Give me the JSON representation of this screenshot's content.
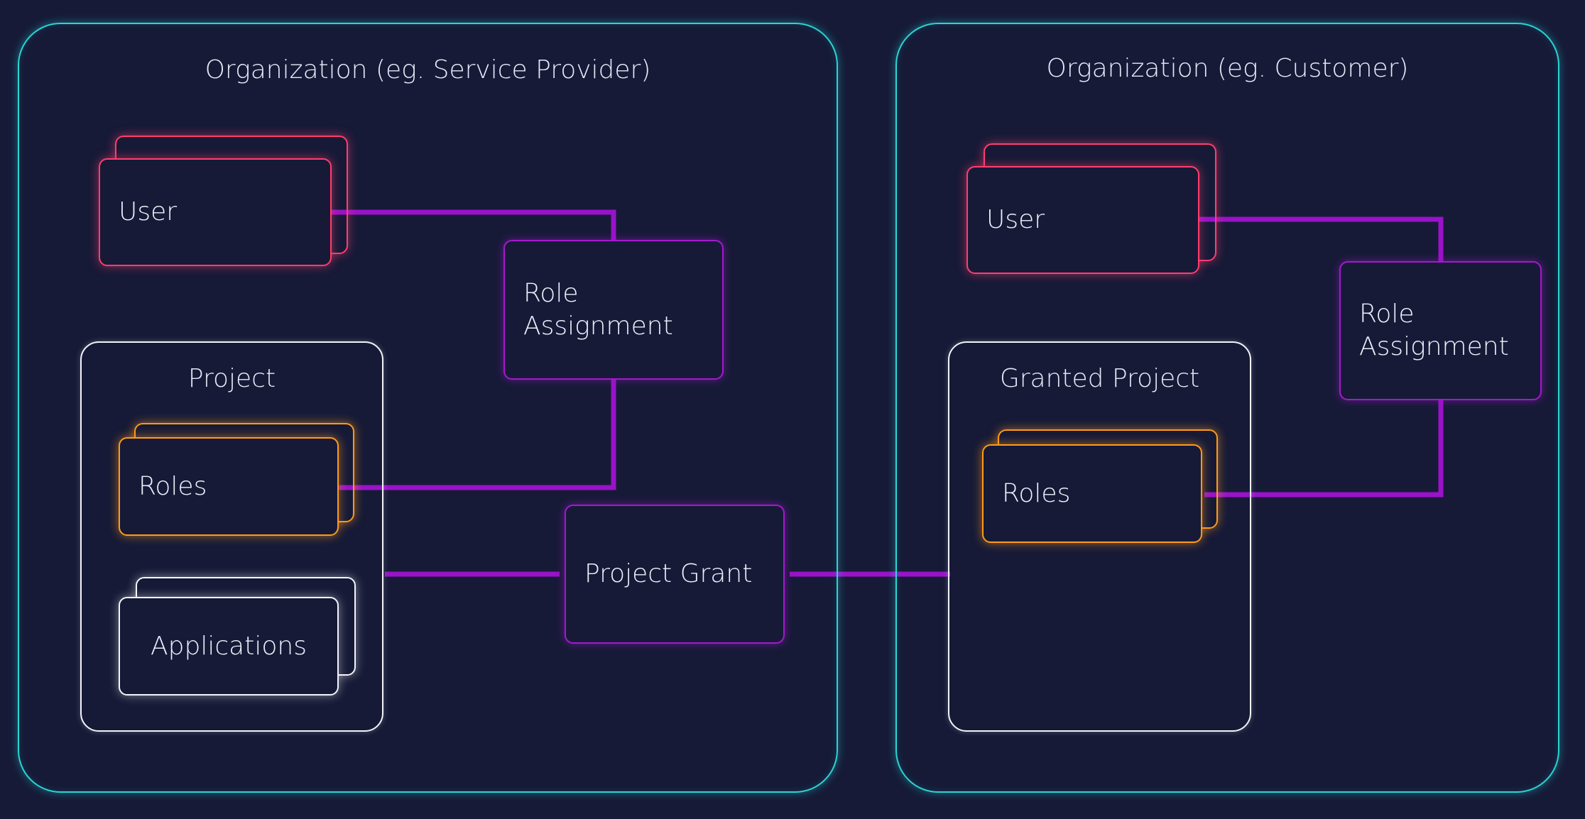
{
  "org_provider": {
    "title": "Organization (eg. Service Provider)"
  },
  "org_customer": {
    "title": "Organization (eg. Customer)"
  },
  "provider": {
    "user_label": "User",
    "role_assignment_label": "Role\nAssignment",
    "project_title": "Project",
    "roles_label": "Roles",
    "applications_label": "Applications"
  },
  "project_grant_label": "Project Grant",
  "customer": {
    "user_label": "User",
    "role_assignment_label": "Role\nAssignment",
    "granted_project_title": "Granted Project",
    "roles_label": "Roles"
  },
  "colors": {
    "background": "#161a37",
    "organization_border": "#2ad5d4",
    "user_border": "#ff3e6e",
    "roles_border": "#ff9a1a",
    "role_assignment_border": "#a419ce",
    "connector": "#9a12c9"
  }
}
